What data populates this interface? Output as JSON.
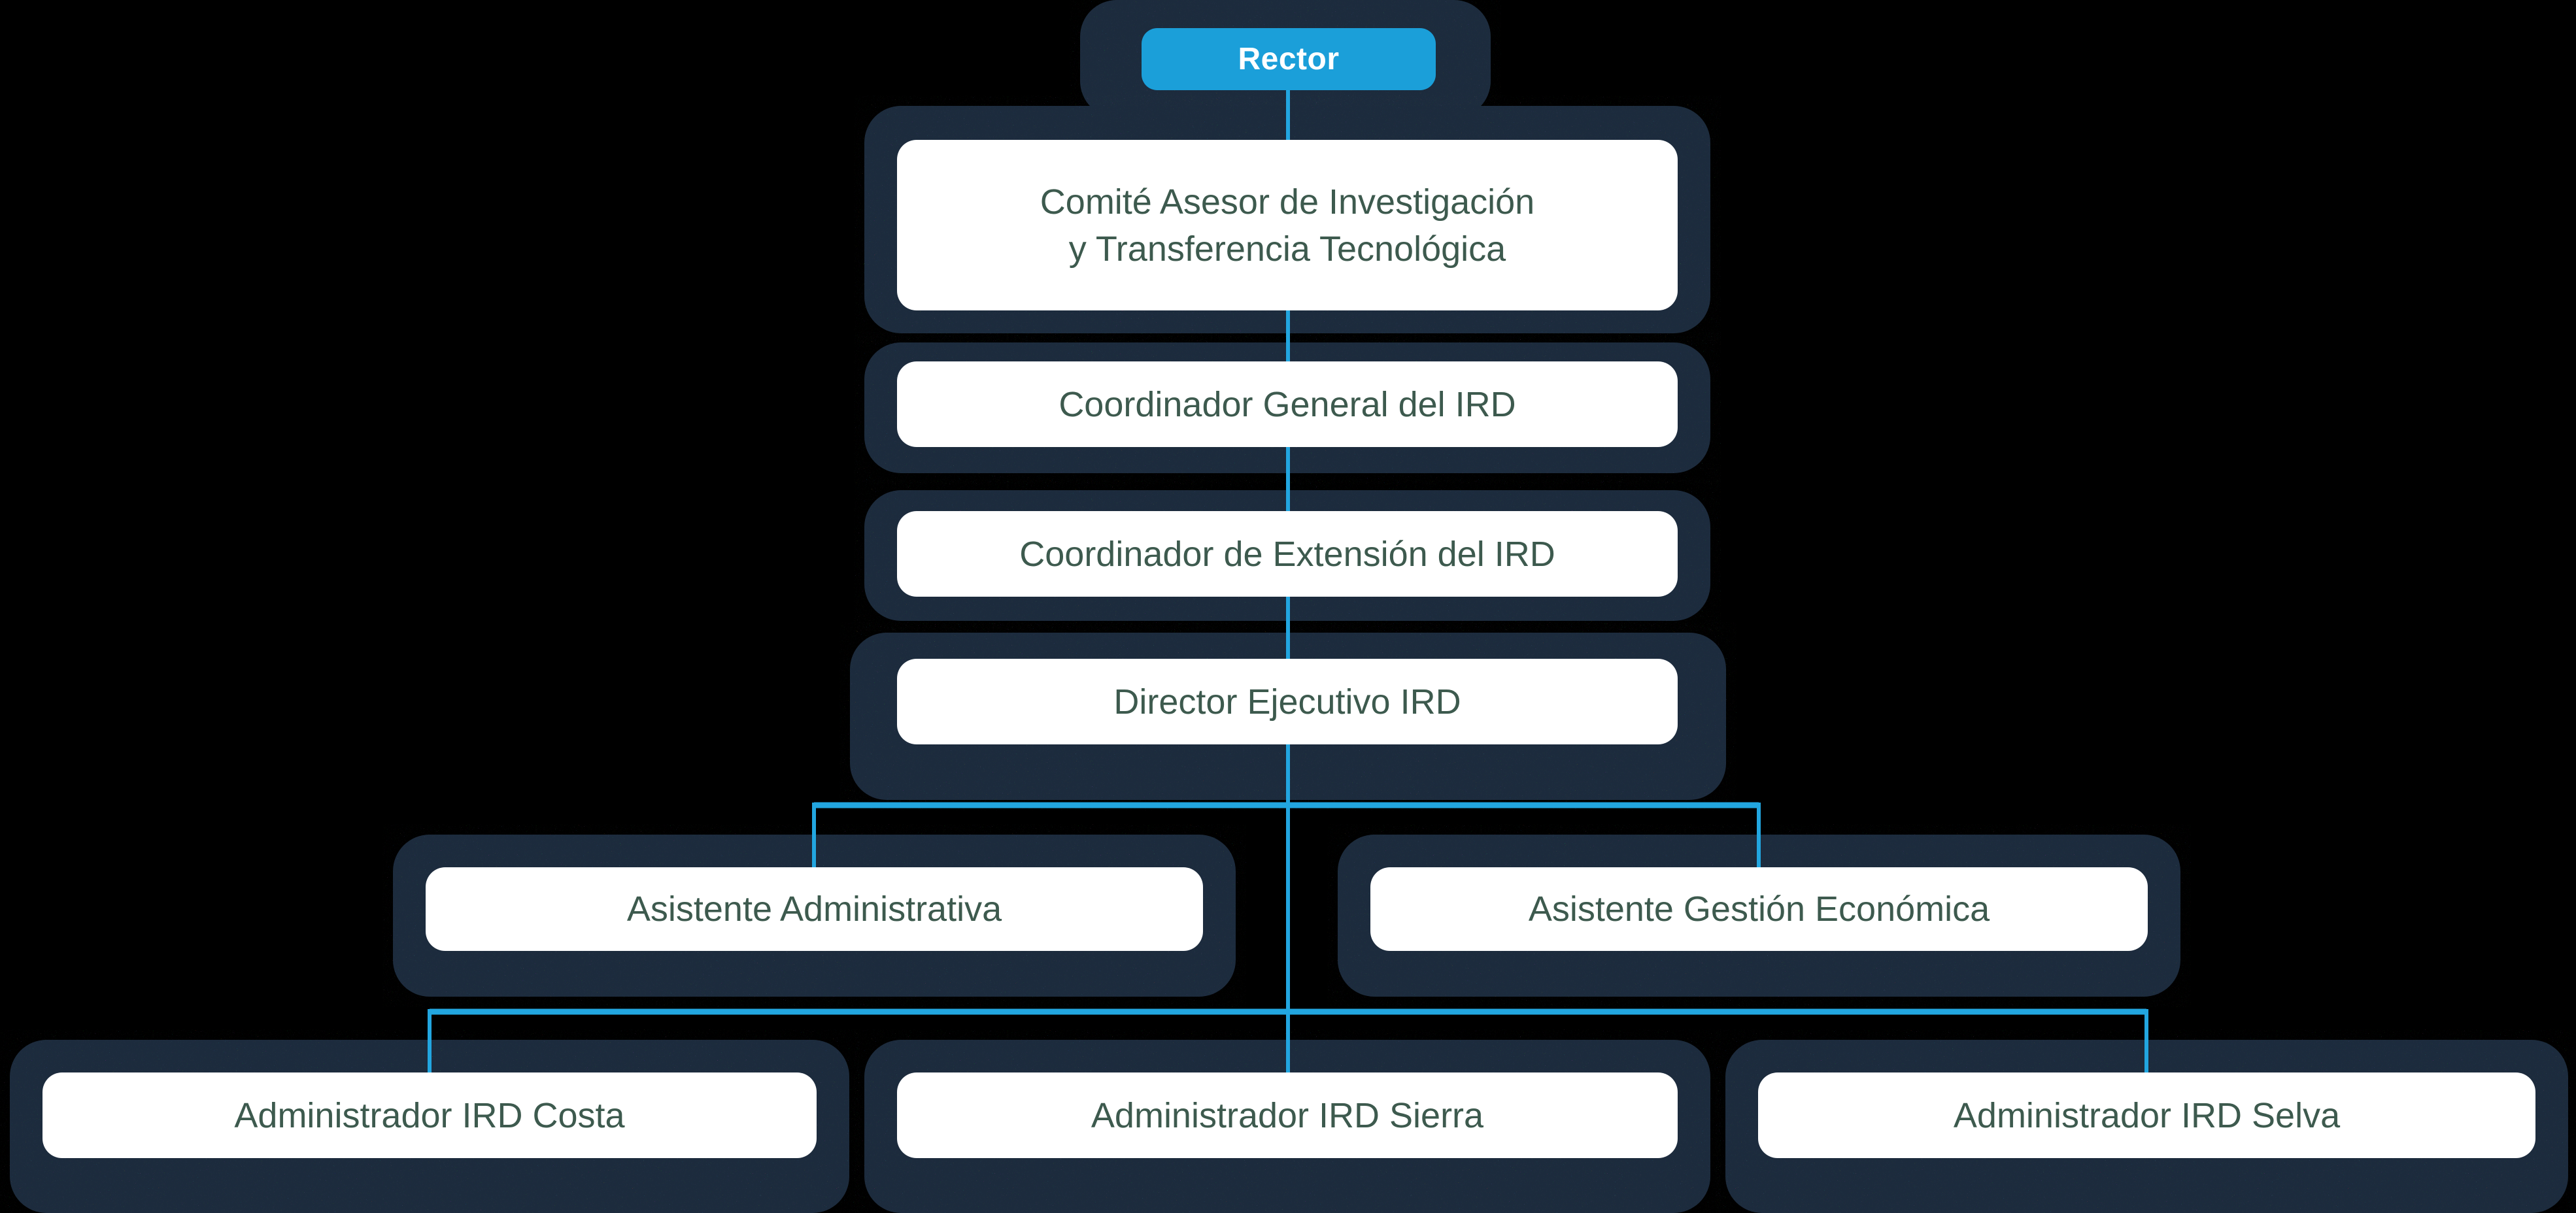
{
  "palette": {
    "background": "#000000",
    "panel_navy": "#1C2B3D",
    "box_white": "#FFFFFF",
    "accent_blue": "#1B9FD9",
    "line_blue": "#22A6E0",
    "label_green": "#3D5A4E"
  },
  "org_chart": {
    "root": {
      "label": "Rector"
    },
    "advisory": {
      "line1": "Comité Asesor de Investigación",
      "line2": "y Transferencia Tecnológica"
    },
    "chain": [
      "Coordinador General del IRD",
      "Coordinador de Extensión del IRD",
      "Director Ejecutivo IRD"
    ],
    "assistants": [
      "Asistente Administrativa",
      "Asistente Gestión Económica"
    ],
    "regional_admins": [
      "Administrador IRD Costa",
      "Administrador IRD Sierra",
      "Administrador IRD Selva"
    ]
  }
}
